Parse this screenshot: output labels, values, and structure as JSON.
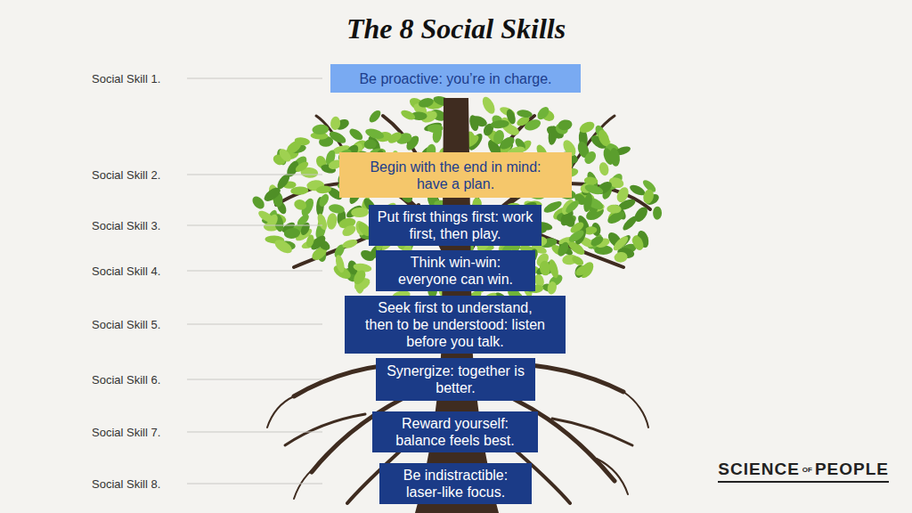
{
  "diagram": {
    "title": "The 8 Social Skills",
    "nodes": [
      {
        "text": [
          "Be proactive: you’re in charge."
        ]
      },
      {
        "text": [
          "Begin with the end in mind: have a plan."
        ]
      },
      {
        "text": [
          "Put first things first: work first, then play."
        ]
      },
      {
        "text": [
          "Think win-win: everyone can win."
        ]
      },
      {
        "text": [
          "Seek first to understand, then to be understood: listen before you talk."
        ]
      },
      {
        "text": [
          "Synergize: together is better."
        ]
      },
      {
        "text": [
          "Reward yourself: balance feels best."
        ]
      },
      {
        "text": [
          "Be indistractible: laser-like focus."
        ]
      }
    ],
    "labels": [
      "Social Skill 1.",
      "Social Skill 2.",
      "Social Skill 3.",
      "Social Skill 4.",
      "Social Skill 5.",
      "Social Skill 6.",
      "Social Skill 7.",
      "Social Skill 8.",
      "SCIENCE",
      "OF",
      "PEOPLE"
    ]
  }
}
